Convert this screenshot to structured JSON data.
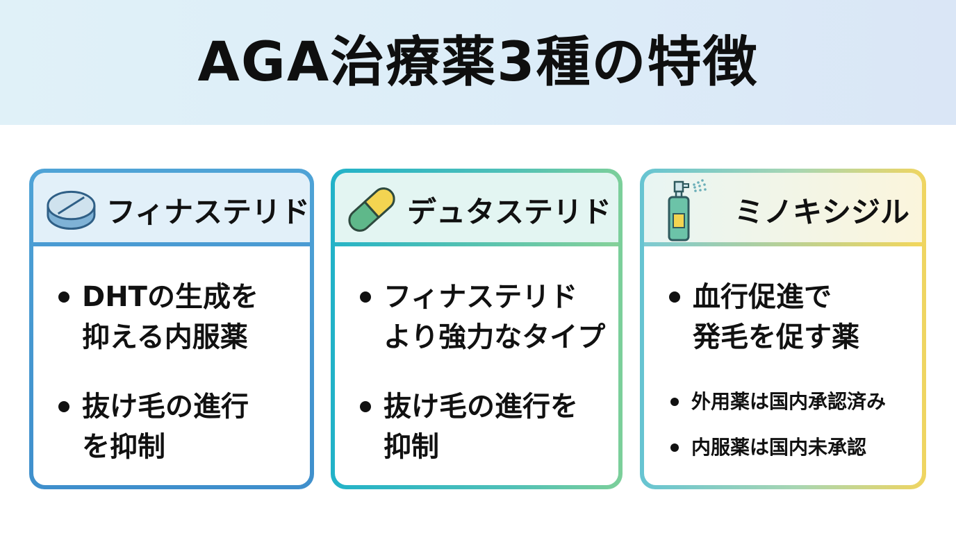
{
  "title": "AGA治療薬3種の特徴",
  "cards": [
    {
      "name": "フィナステリド",
      "icon": "tablet-icon",
      "bullets": [
        "DHTの生成を\n抑える内服薬",
        "抜け毛の進行\nを抑制"
      ]
    },
    {
      "name": "デュタステリド",
      "icon": "capsule-icon",
      "bullets": [
        "フィナステリド\nより強力なタイプ",
        "抜け毛の進行を\n抑制"
      ]
    },
    {
      "name": "ミノキシジル",
      "icon": "spray-bottle-icon",
      "bullets": [
        "血行促進で\n発毛を促す薬",
        "外用薬は国内承認済み",
        "内服薬は国内未承認"
      ]
    }
  ],
  "colors": {
    "card1_border": "#4a9bd3",
    "card2_border": "#28b4c6",
    "card3_border": "#f2d65c",
    "header_bg": "#dcecf8"
  }
}
